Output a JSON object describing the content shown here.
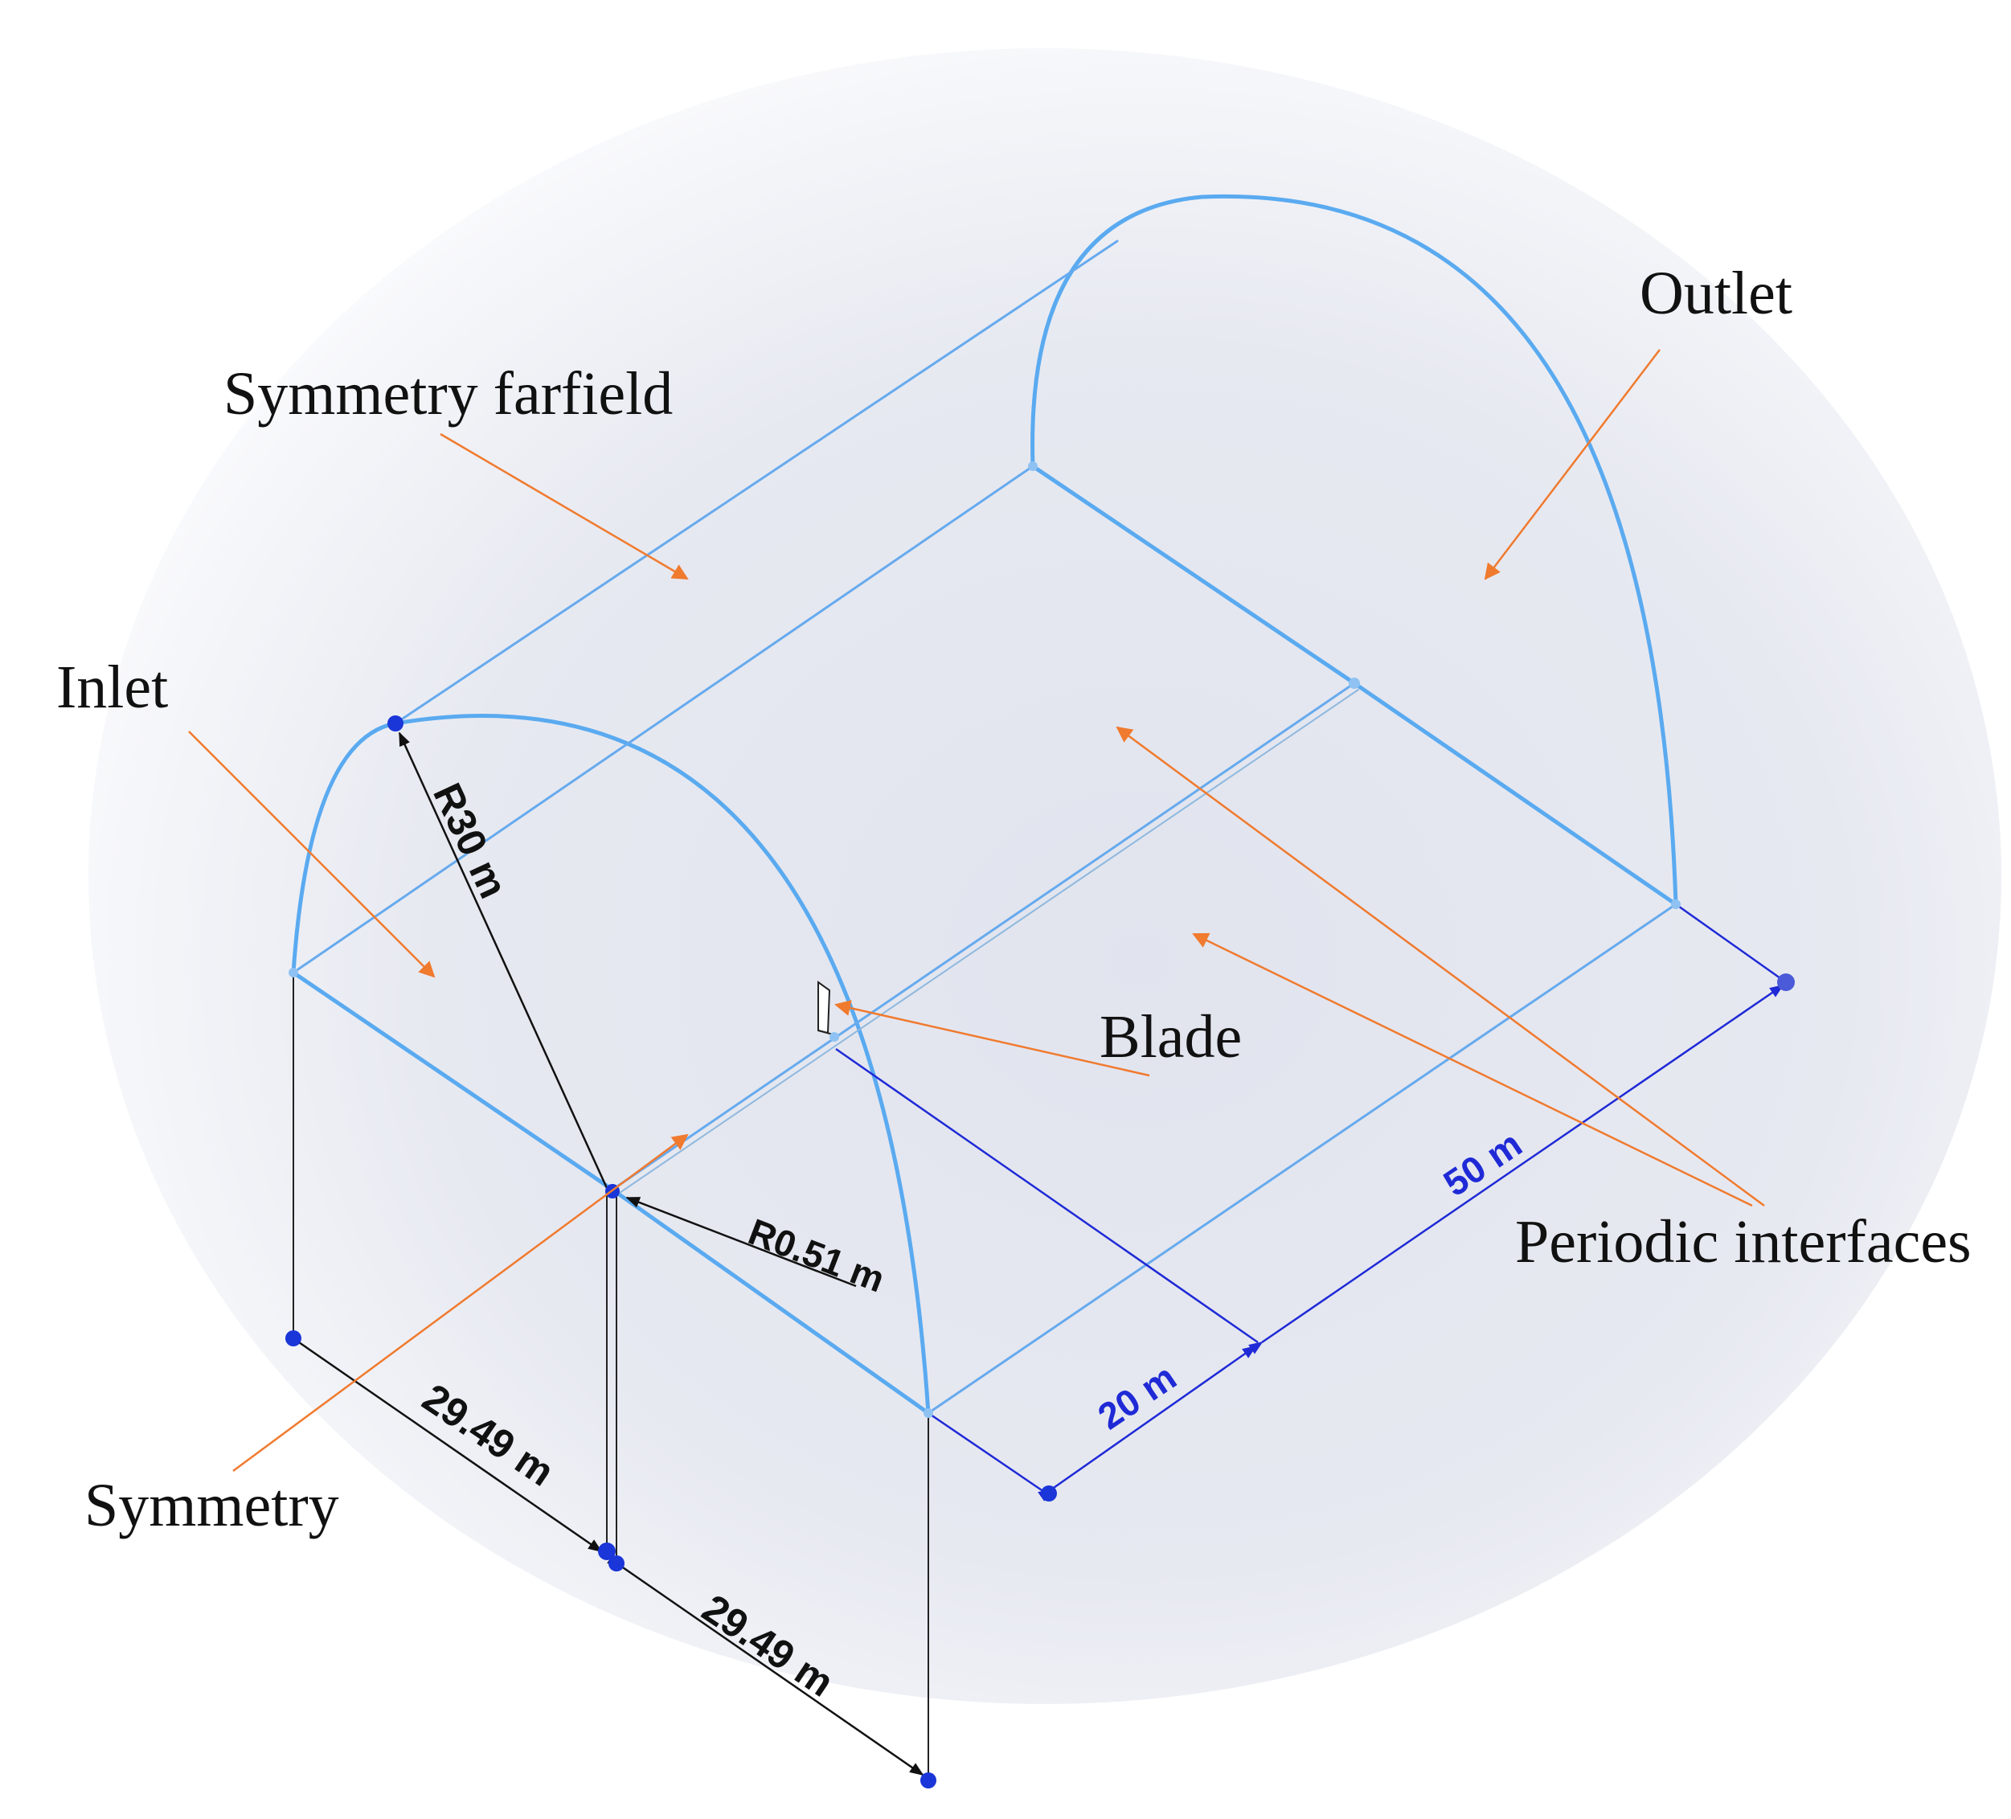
{
  "labels": {
    "symmetry_farfield": "Symmetry farfield",
    "outlet": "Outlet",
    "inlet": "Inlet",
    "blade": "Blade",
    "periodic_interfaces": "Periodic interfaces",
    "symmetry": "Symmetry"
  },
  "dimensions": {
    "radius_domain": "R30 m",
    "radius_hub": "R0.51 m",
    "width_left": "29.49 m",
    "width_right": "29.49 m",
    "length_upstream": "20 m",
    "length_downstream": "50 m"
  },
  "colors": {
    "edge": "#5aaaf0",
    "edge_thin": "#66aaee",
    "dimension": "#1f2ad6",
    "point": "#1a35d8",
    "arrow": "#f07a2e",
    "text": "#111111"
  }
}
